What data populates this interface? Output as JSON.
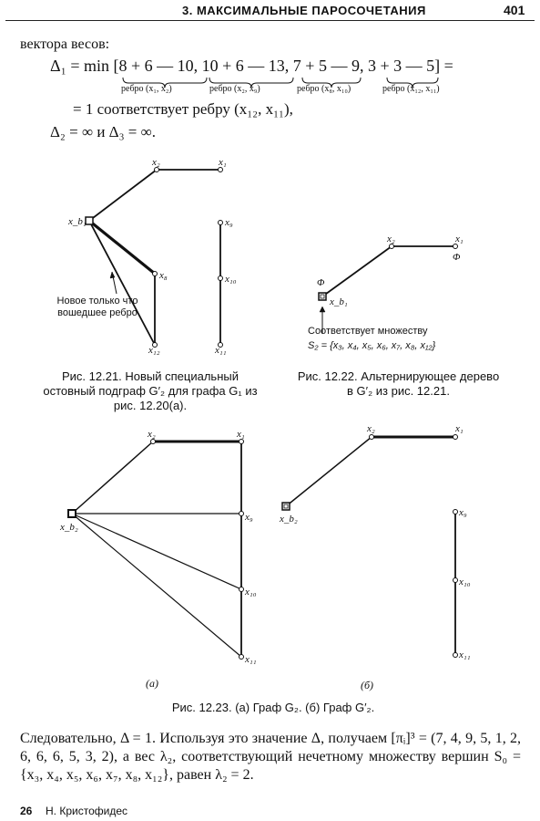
{
  "header": {
    "running_head": "3. МАКСИМАЛЬНЫЕ ПАРОСОЧЕТАНИЯ",
    "page_number": "401"
  },
  "intro": {
    "line1": "вектора весов:",
    "delta1_formula": "Δ₁ = min [8 + 6 — 10,  10 + 6 — 13,  7 + 5 — 9,  3 + 3 — 5] =",
    "brace_labels": [
      "ребро (x₁, x₂)",
      "ребро (x₂, x₉)",
      "ребро (x₈, x₁₀)",
      "ребро (x₁₂, x₁₁)"
    ],
    "line3": "= 1 соответствует ребру (x₁₂, x₁₁),",
    "line4": "Δ₂ = ∞   и   Δ₃ = ∞."
  },
  "fig_12_21": {
    "nodes": {
      "x2": "x₂",
      "x1": "x₁",
      "xb1": "x_b₁",
      "x9": "x₉",
      "x8": "x₈",
      "x10": "x₁₀",
      "x12": "x₁₂",
      "x11": "x₁₁"
    },
    "annotation": "Новое только что вошедшее ребро",
    "caption": "Рис. 12.21. Новый специальный остовный подграф G′₂ для графа G₁ из рис. 12.20(a)."
  },
  "fig_12_22": {
    "nodes": {
      "x2": "x₂",
      "x1": "x₁",
      "xb1": "x_b₁"
    },
    "phi": "Φ",
    "annotation_line1": "Соответствует множеству",
    "annotation_line2": "S₂ = {x₃, x₄, x₅, x₆, x₇, x₈, x₁₂}",
    "caption": "Рис. 12.22. Альтернирующее дерево в G′₂ из рис. 12.21."
  },
  "fig_12_23": {
    "a_nodes": {
      "x2": "x₂",
      "x1": "x₁",
      "xb2": "x_b₂",
      "x9": "x₉",
      "x10": "x₁₀",
      "x11": "x₁₁"
    },
    "b_nodes": {
      "x2": "x₂",
      "x1": "x₁",
      "xb2": "x_b₂",
      "x9": "x₉",
      "x10": "x₁₀",
      "x11": "x₁₁"
    },
    "label_a": "(a)",
    "label_b": "(б)",
    "caption": "Рис. 12.23. (a) Граф G₂. (б) Граф G′₂."
  },
  "conclusion": {
    "text": "Следовательно, Δ = 1. Используя это значение Δ, получаем [πᵢ]³ = (7, 4, 9, 5, 1, 2, 6, 6, 6, 5, 3, 2), а вес λ₂, соответствующий нечетному множеству вершин S₀ = {x₃, x₄, x₅, x₆, x₇, x₈, x₁₂}, равен λ₂ = 2."
  },
  "footer": {
    "page": "26",
    "author": "Н. Кристофидес"
  }
}
